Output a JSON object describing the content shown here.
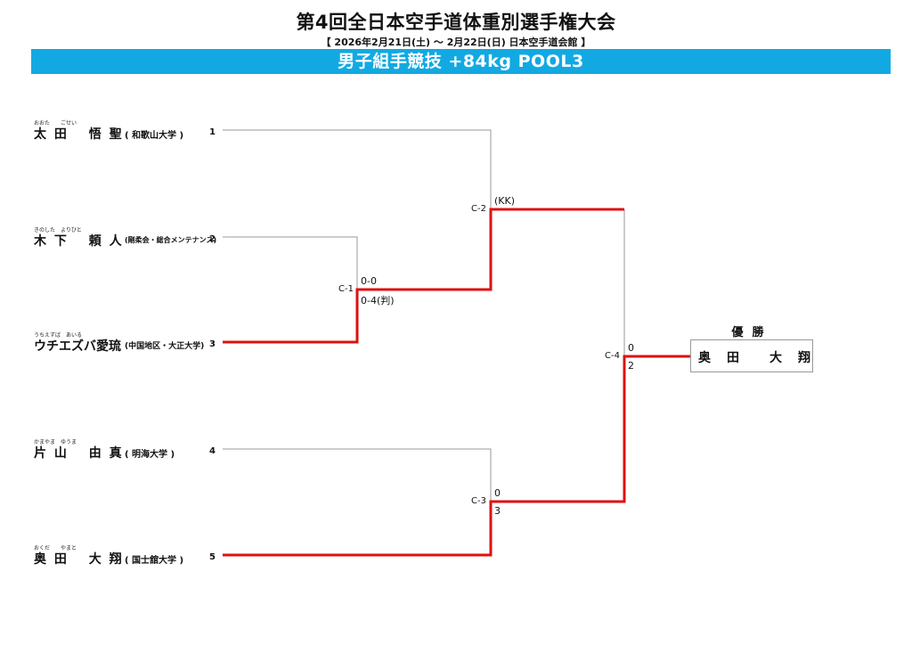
{
  "header": {
    "title": "第4回全日本空手道体重別選手権大会",
    "subtitle": "【 2026年2月21日(土) 〜 2月22日(日)  日本空手道会館 】",
    "banner": "男子組手競技 +84kg POOL3",
    "banner_color": "#12a9e3"
  },
  "players": [
    {
      "seed": "1",
      "furigana": "おおた　　ごせい",
      "name": "太 田　 悟 聖",
      "affiliation": "( 和歌山大学 )"
    },
    {
      "seed": "2",
      "furigana": "きのした　よりひと",
      "name": "木 下　 頼 人",
      "affiliation": "(剛柔会・総合メンテナンス)"
    },
    {
      "seed": "3",
      "furigana": "うちえずば　あいる",
      "name": "ウチエズバ愛琉",
      "affiliation": "(中国地区・大正大学)"
    },
    {
      "seed": "4",
      "furigana": "かまやま　ゆうま",
      "name": "片 山　 由 真",
      "affiliation": "( 明海大学 )"
    },
    {
      "seed": "5",
      "furigana": "おくだ　　やまと",
      "name": "奥 田　 大 翔",
      "affiliation": "( 国士舘大学 )"
    }
  ],
  "matches": [
    {
      "id": "C-1",
      "score_top": "0-0",
      "score_bottom": "0-4(判)"
    },
    {
      "id": "C-2",
      "score_top": "(KK)",
      "score_bottom": ""
    },
    {
      "id": "C-3",
      "score_top": "0",
      "score_bottom": "3"
    },
    {
      "id": "C-4",
      "score_top": "0",
      "score_bottom": "2"
    }
  ],
  "champion": {
    "label": "優勝",
    "name": "奥　田　　大　翔"
  },
  "colors": {
    "winner_line": "#dd1111",
    "bracket_line": "#999999"
  }
}
